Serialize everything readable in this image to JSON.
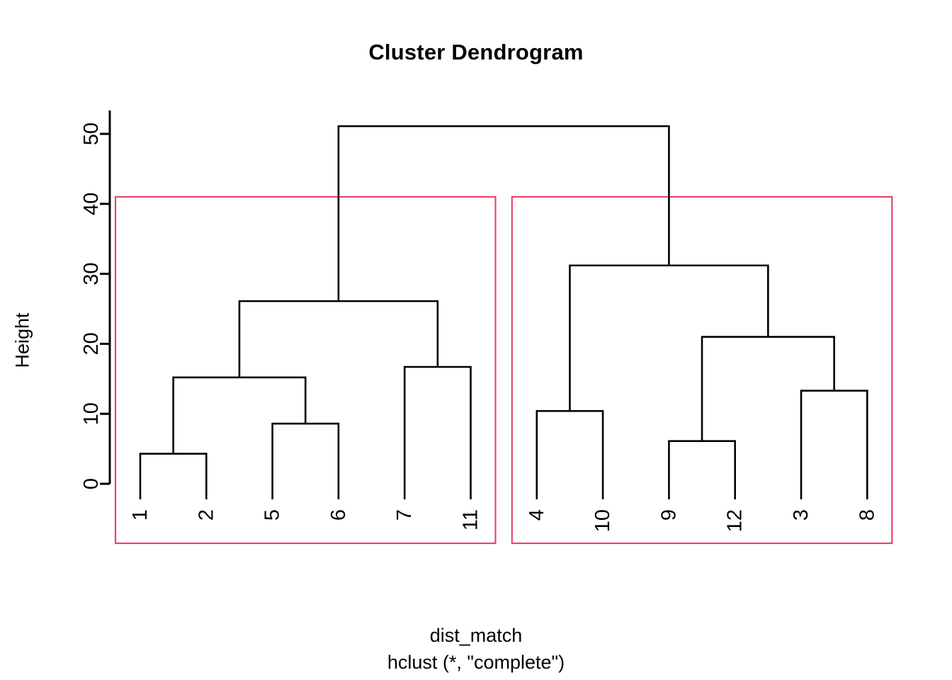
{
  "chart_data": {
    "type": "dendrogram",
    "title": "Cluster Dendrogram",
    "xlabel": "",
    "ylabel": "Height",
    "caption_lines": [
      "dist_match",
      "hclust (*, \"complete\")"
    ],
    "yticks": [
      0,
      10,
      20,
      30,
      40,
      50
    ],
    "ylim": [
      0,
      53
    ],
    "grid": false,
    "legend": "none",
    "leaf_order": [
      "1",
      "2",
      "5",
      "6",
      "7",
      "11",
      "4",
      "10",
      "9",
      "12",
      "3",
      "8"
    ],
    "n_leaves": 12,
    "merges": [
      {
        "id": "m1",
        "label": "1+2",
        "left": "1",
        "right": "2",
        "height": 4.3
      },
      {
        "id": "m2",
        "label": "5+6",
        "left": "5",
        "right": "6",
        "height": 8.6
      },
      {
        "id": "m3",
        "label": "(1,2)+(5,6)",
        "left": "m1",
        "right": "m2",
        "height": 15.2
      },
      {
        "id": "m4",
        "label": "7+11",
        "left": "7",
        "right": "11",
        "height": 16.7
      },
      {
        "id": "m5",
        "label": "left-cluster",
        "left": "m3",
        "right": "m4",
        "height": 26.1
      },
      {
        "id": "m6",
        "label": "4+10",
        "left": "4",
        "right": "10",
        "height": 10.4
      },
      {
        "id": "m7",
        "label": "9+12",
        "left": "9",
        "right": "12",
        "height": 6.1
      },
      {
        "id": "m8",
        "label": "3+8",
        "left": "3",
        "right": "8",
        "height": 13.3
      },
      {
        "id": "m9",
        "label": "(9,12)+(3,8)",
        "left": "m7",
        "right": "m8",
        "height": 21.0
      },
      {
        "id": "m10",
        "label": "right-cluster",
        "left": "m6",
        "right": "m9",
        "height": 31.2
      },
      {
        "id": "m11",
        "label": "root",
        "left": "m5",
        "right": "m10",
        "height": 51.1
      }
    ],
    "cluster_boxes": [
      {
        "name": "cluster-box-1",
        "members": [
          "1",
          "2",
          "5",
          "6",
          "7",
          "11"
        ],
        "top_height": 41.0,
        "color": "#E8456A"
      },
      {
        "name": "cluster-box-2",
        "members": [
          "4",
          "10",
          "9",
          "12",
          "3",
          "8"
        ],
        "top_height": 41.0,
        "color": "#E8456A"
      }
    ],
    "colors": {
      "line": "#000000",
      "cluster_border": "#E8456A",
      "background": "#ffffff"
    }
  }
}
